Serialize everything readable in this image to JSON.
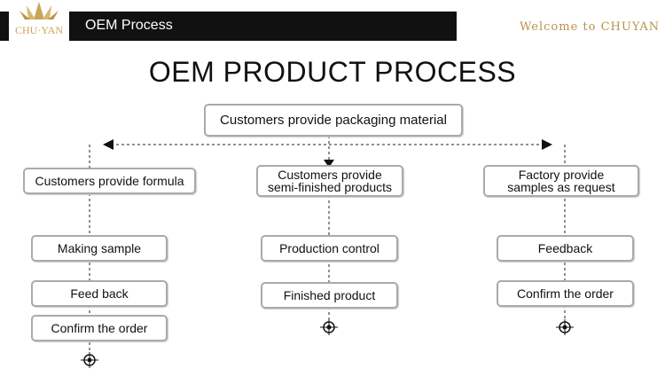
{
  "header": {
    "logo_text": "CHU·YAN",
    "title": "OEM Process",
    "welcome": "Welcome to CHUYAN"
  },
  "title": "OEM PRODUCT PROCESS",
  "nodes": {
    "top": "Customers provide packaging material",
    "left": {
      "head": "Customers provide formula",
      "steps": [
        "Making sample",
        "Feed back",
        "Confirm the order"
      ]
    },
    "middle": {
      "head_line1": "Customers provide",
      "head_line2": "semi-finished products",
      "steps": [
        "Production control",
        "Finished product"
      ]
    },
    "right": {
      "head_line1": "Factory provide",
      "head_line2": "samples as request",
      "steps": [
        "Feedback",
        "Confirm the order"
      ]
    }
  },
  "colors": {
    "gold": "#c9a55a",
    "header_bg": "#111111",
    "box_border": "#aaaaaa"
  }
}
